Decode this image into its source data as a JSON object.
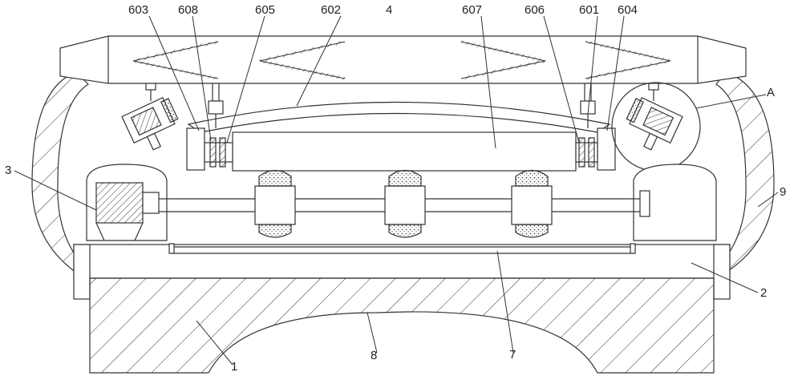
{
  "labels": {
    "l603": "603",
    "l608": "608",
    "l605": "605",
    "l602": "602",
    "l4": "4",
    "l607": "607",
    "l606": "606",
    "l601": "601",
    "l604": "604",
    "lA": "A",
    "l3": "3",
    "l9": "9",
    "l2": "2",
    "l1": "1",
    "l8": "8",
    "l7": "7"
  },
  "colors": {
    "line": "#333333",
    "fill": "#ffffff"
  }
}
